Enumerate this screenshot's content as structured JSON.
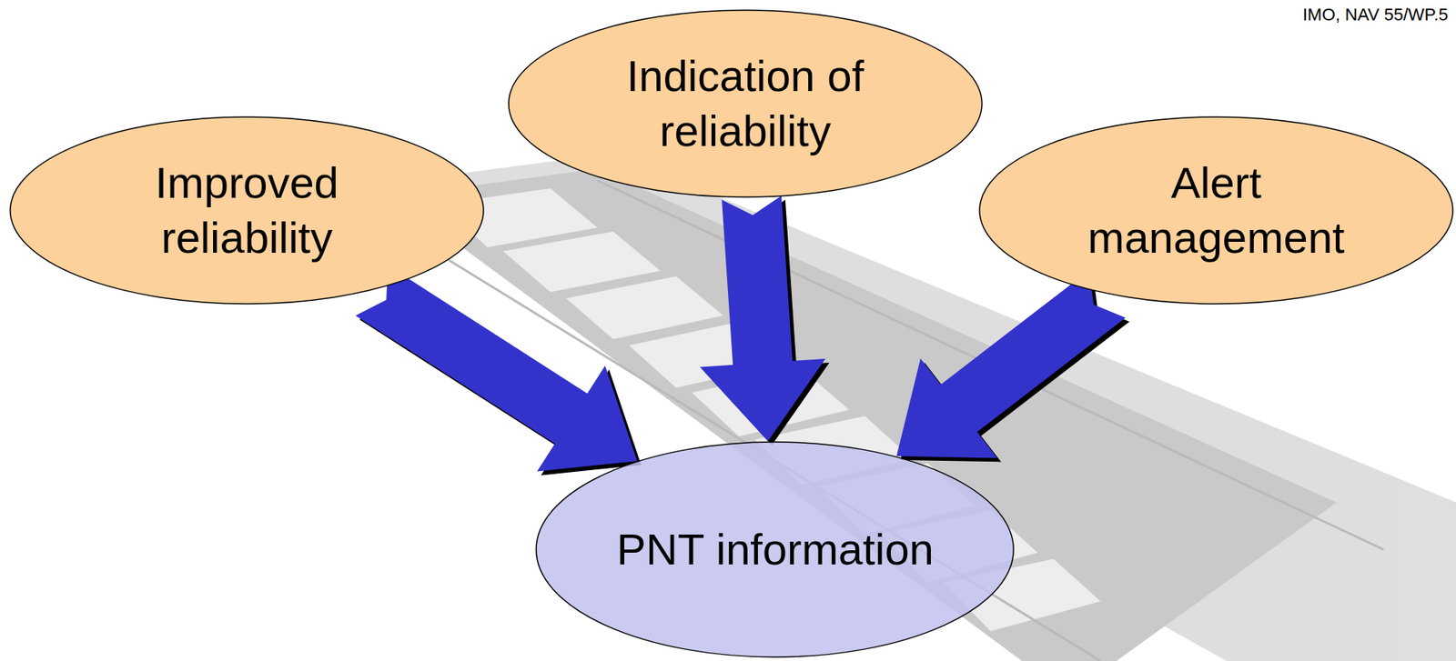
{
  "diagram": {
    "nodes": [
      {
        "text": [
          "Indication of reliability"
        ]
      },
      {
        "text": [
          "Improved reliability"
        ]
      },
      {
        "text": [
          "Alert management"
        ]
      },
      {
        "text": [
          "PNT information"
        ]
      }
    ],
    "edges": [
      {
        "from": 1,
        "to": 3,
        "arrow": "to"
      },
      {
        "from": 0,
        "to": 3,
        "arrow": "to"
      },
      {
        "from": 2,
        "to": 3,
        "arrow": "to"
      }
    ],
    "labels": [
      "IMO, NAV 55/WP.5"
    ]
  }
}
